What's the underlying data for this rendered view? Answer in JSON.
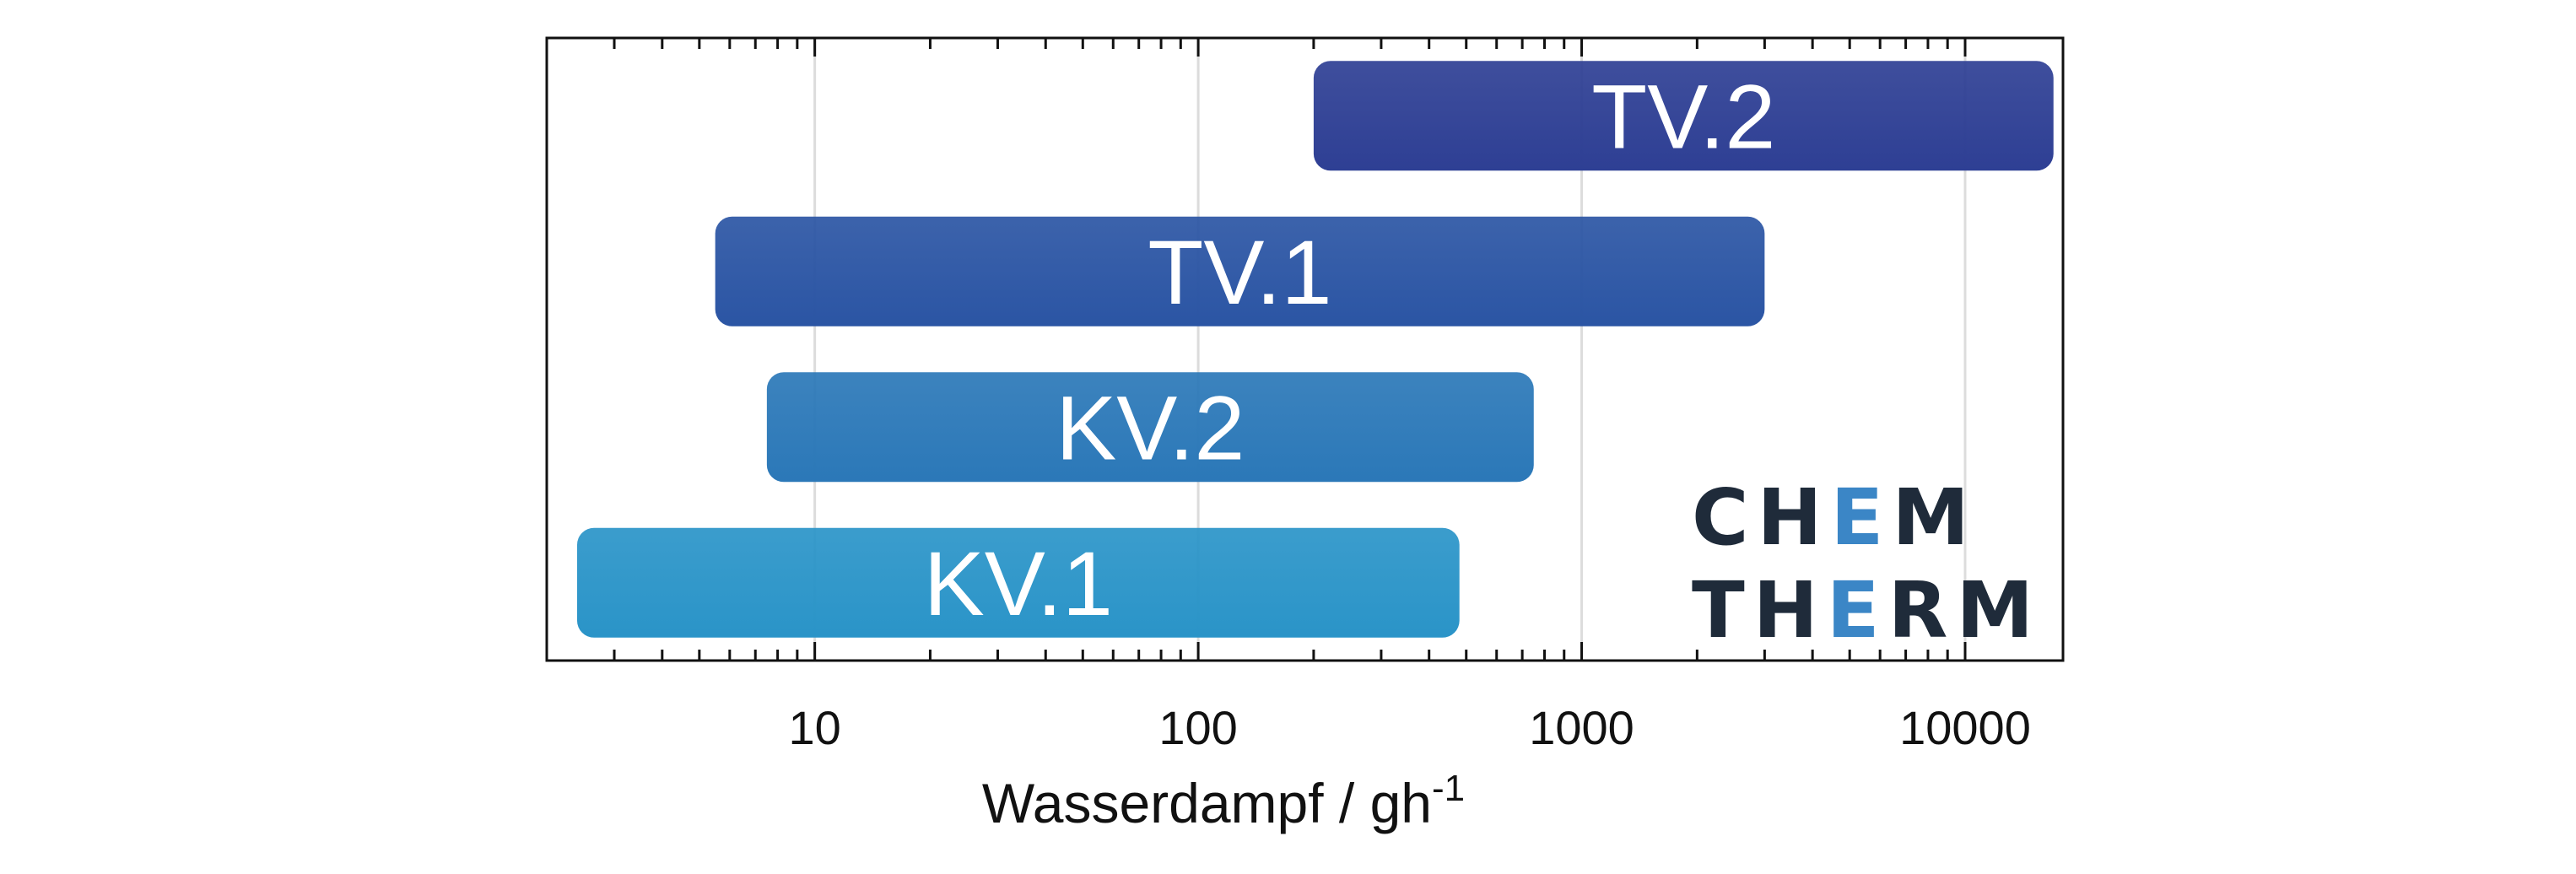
{
  "chart_data": {
    "type": "bar",
    "orientation": "horizontal",
    "xscale": "log",
    "xlim": [
      2,
      18000
    ],
    "xlabel_main": "Wasserdampf / gh",
    "xlabel_sup": "-1",
    "xticks": [
      {
        "value": 10,
        "label": "10"
      },
      {
        "value": 100,
        "label": "100"
      },
      {
        "value": 1000,
        "label": "1000"
      },
      {
        "value": 10000,
        "label": "10000"
      }
    ],
    "grid": "vertical-major",
    "legend": "none",
    "bars": [
      {
        "name": "TV.2",
        "start": 200,
        "end": 17000,
        "color": "#2e3f94"
      },
      {
        "name": "TV.1",
        "start": 5.5,
        "end": 3000,
        "color": "#2b55a4"
      },
      {
        "name": "KV.2",
        "start": 7.5,
        "end": 750,
        "color": "#2b78b8"
      },
      {
        "name": "KV.1",
        "start": 2.4,
        "end": 480,
        "color": "#2a94c8"
      }
    ]
  },
  "logo": {
    "line1": [
      "C",
      "H",
      "E",
      "M"
    ],
    "line2": [
      "T",
      "H",
      "E",
      "R",
      "M"
    ],
    "text_color": "#1f2b3a",
    "accent_color": "#3b86c6"
  }
}
